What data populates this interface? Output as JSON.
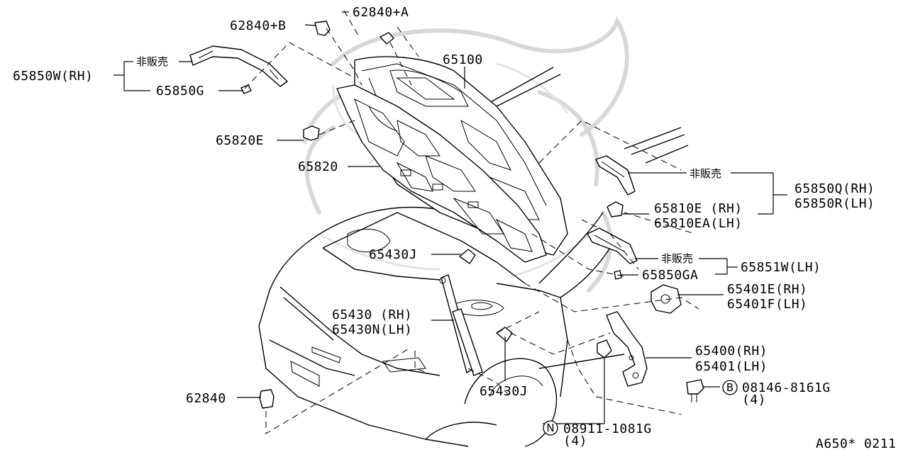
{
  "labels": {
    "p62840b": "62840+B",
    "p62840a": "62840+A",
    "p65100": "65100",
    "p65850w": "65850W(RH)",
    "nonsale1": "非販売",
    "p65850g": "65850G",
    "p65820e": "65820E",
    "p65820": "65820",
    "nonsale2": "非販売",
    "p65850q": "65850Q(RH)",
    "p65850r": "65850R(LH)",
    "p65810e": "65810E (RH)",
    "p65810ea": "65810EA(LH)",
    "p65430j_top": "65430J",
    "nonsale3": "非販売",
    "p65851w": "65851W(LH)",
    "p65850ga": "65850GA",
    "p65401e": "65401E(RH)",
    "p65401f": "65401F(LH)",
    "p65430": "65430 (RH)",
    "p65430n": "65430N(LH)",
    "p65400": "65400(RH)",
    "p65401": "65401(LH)",
    "p65430j_bot": "65430J",
    "p62840": "62840",
    "bolt_letter": "B",
    "p08146": "08146-8161G",
    "qty_bolt": "(4)",
    "nut_letter": "N",
    "p08911": "08911-1081G",
    "qty_nut": "(4)",
    "ref_code": "A650* 0211"
  }
}
